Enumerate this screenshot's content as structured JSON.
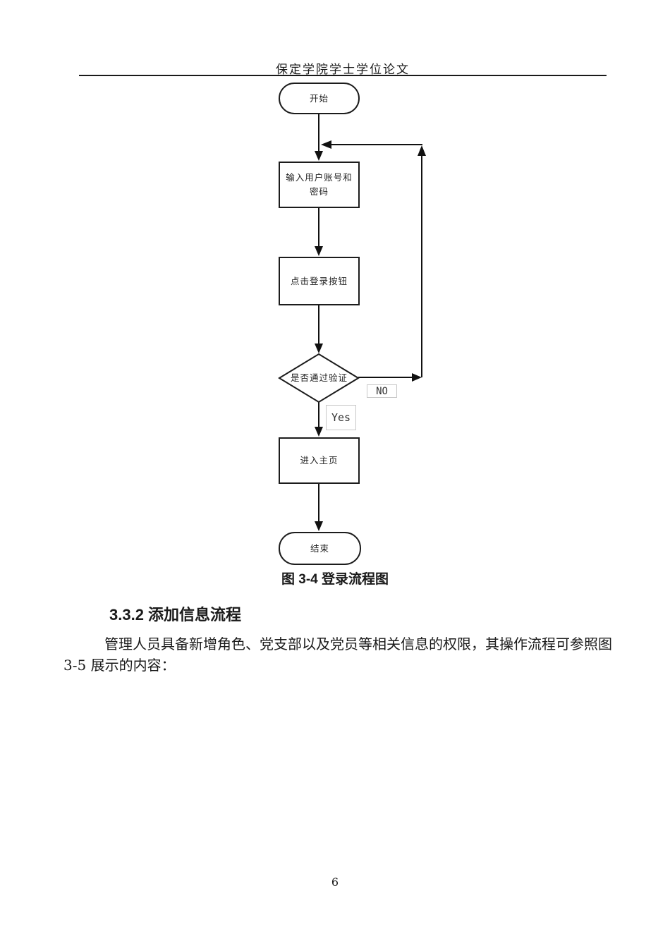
{
  "header": {
    "title": "保定学院学士学位论文"
  },
  "flowchart": {
    "start": "开始",
    "input": "输入用户账号和密码",
    "login": "点击登录按钮",
    "verify": "是否通过验证",
    "no": "NO",
    "yes": "Yes",
    "home": "进入主页",
    "end": "结束",
    "caption": "图 3-4 登录流程图",
    "line_color": "#111111",
    "label_border_color": "#c8c8c8"
  },
  "section": {
    "heading": "3.3.2 添加信息流程",
    "paragraph_line1": "管理人员具备新增角色、党支部以及党员等相关信息的权限，其操作流程可参照图",
    "paragraph_line2": "3-5 展示的内容："
  },
  "footer": {
    "page_number": "6"
  }
}
